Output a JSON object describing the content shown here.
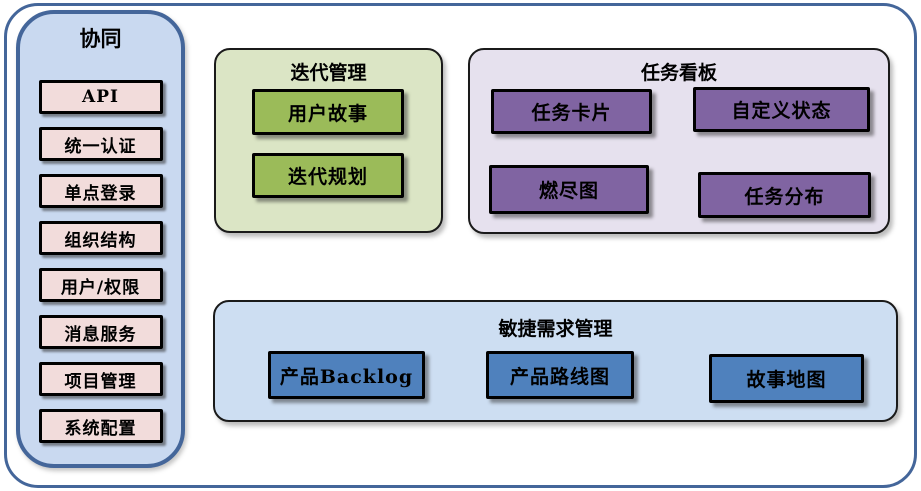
{
  "diagram": {
    "type": "feature-block-diagram"
  },
  "colors": {
    "frame_border": "#44669a",
    "sidebar_fill": "#c9d9f0",
    "sidebar_item_fill": "#f2dcdb",
    "iteration_fill": "#dbe5c5",
    "iteration_box_fill": "#9bbb59",
    "kanban_fill": "#e6e1ee",
    "kanban_box_fill": "#8064a2",
    "agile_fill": "#cddef2",
    "agile_box_fill": "#4f81bd",
    "box_border": "#000000",
    "text": "#000000"
  },
  "sidebar": {
    "title": "协同",
    "items": [
      "API",
      "统一认证",
      "单点登录",
      "组织结构",
      "用户/权限",
      "消息服务",
      "项目管理",
      "系统配置"
    ]
  },
  "sections": {
    "iteration": {
      "title": "迭代管理",
      "items": [
        "用户故事",
        "迭代规划"
      ]
    },
    "kanban": {
      "title": "任务看板",
      "items": [
        "任务卡片",
        "自定义状态",
        "燃尽图",
        "任务分布"
      ]
    },
    "agile": {
      "title": "敏捷需求管理",
      "items": [
        "产品Backlog",
        "产品路线图",
        "故事地图"
      ]
    }
  }
}
